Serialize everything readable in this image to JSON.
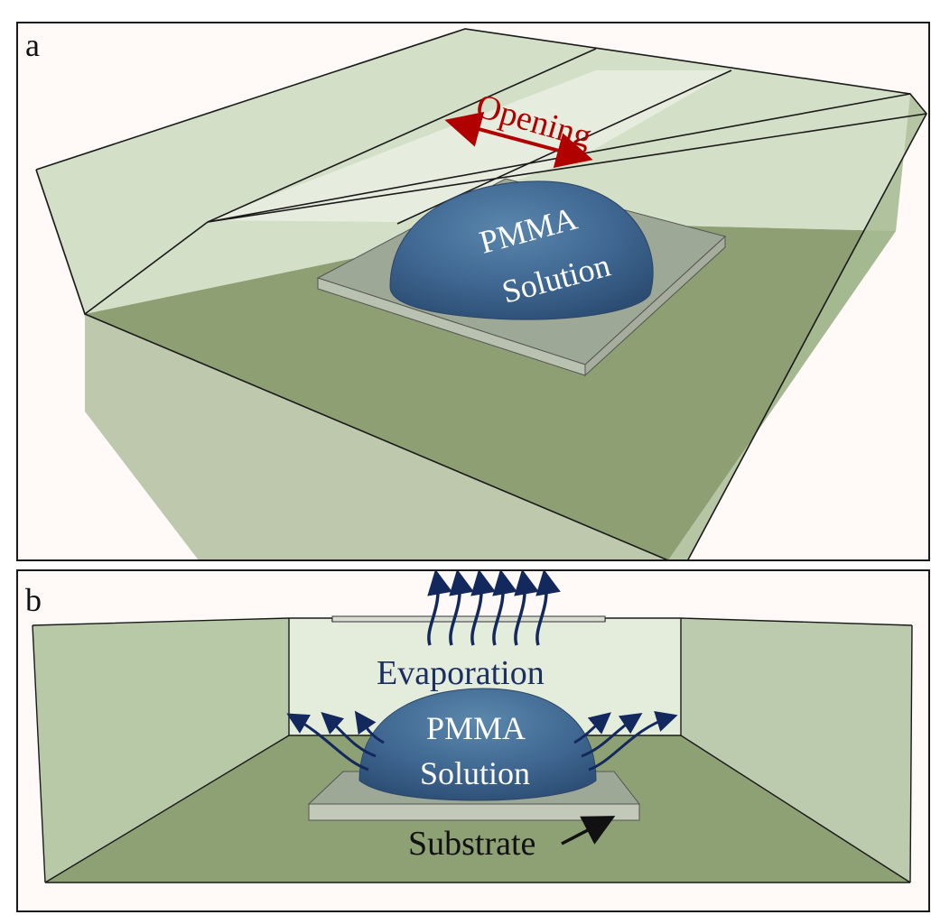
{
  "panel_a": {
    "letter": "a",
    "opening_label": "Opening",
    "droplet_label_line1": "PMMA",
    "droplet_label_line2": "Solution"
  },
  "panel_b": {
    "letter": "b",
    "evaporation_label": "Evaporation",
    "droplet_label_line1": "PMMA",
    "droplet_label_line2": "Solution",
    "substrate_label": "Substrate"
  },
  "colors": {
    "opening_arrow": "#b00000",
    "evaporation_arrows": "#13295e",
    "box_wall": "#c9d8bf",
    "box_floor": "#8a9e6f",
    "droplet": "#3a5f8a"
  }
}
